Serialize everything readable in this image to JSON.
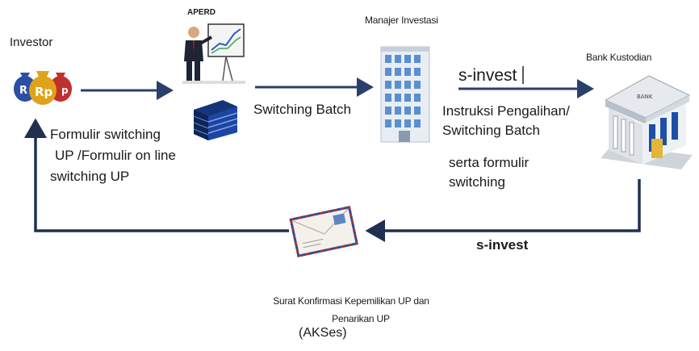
{
  "nodes": {
    "investor": {
      "label": "Investor"
    },
    "aperd": {
      "label": "APERD"
    },
    "manajer": {
      "label": "Manajer Investasi"
    },
    "bank": {
      "label": "Bank Kustodian"
    }
  },
  "edges": {
    "investor_aperd": {
      "lines": [
        "Formulir switching",
        "UP /Formulir on line",
        "switching UP"
      ]
    },
    "aperd_manajer": {
      "label": "Switching Batch"
    },
    "manajer_bank": {
      "label": "s-invest",
      "lines": [
        "Instruksi Pengalihan/",
        "Switching Batch",
        "serta formulir",
        "switching"
      ]
    },
    "bank_investor": {
      "label": "s-invest",
      "caption_lines": [
        "Surat Konfirmasi Kepemilikan UP dan",
        "Penarikan UP"
      ],
      "caption_abbr": "(AKSes)"
    }
  },
  "icons": {
    "investor": "money-bags-icon",
    "aperd_presenter": "presenter-chart-icon",
    "aperd_building": "office-building-icon",
    "manajer": "tower-building-icon",
    "bank": "bank-building-icon",
    "envelope": "airmail-envelope-icon"
  }
}
